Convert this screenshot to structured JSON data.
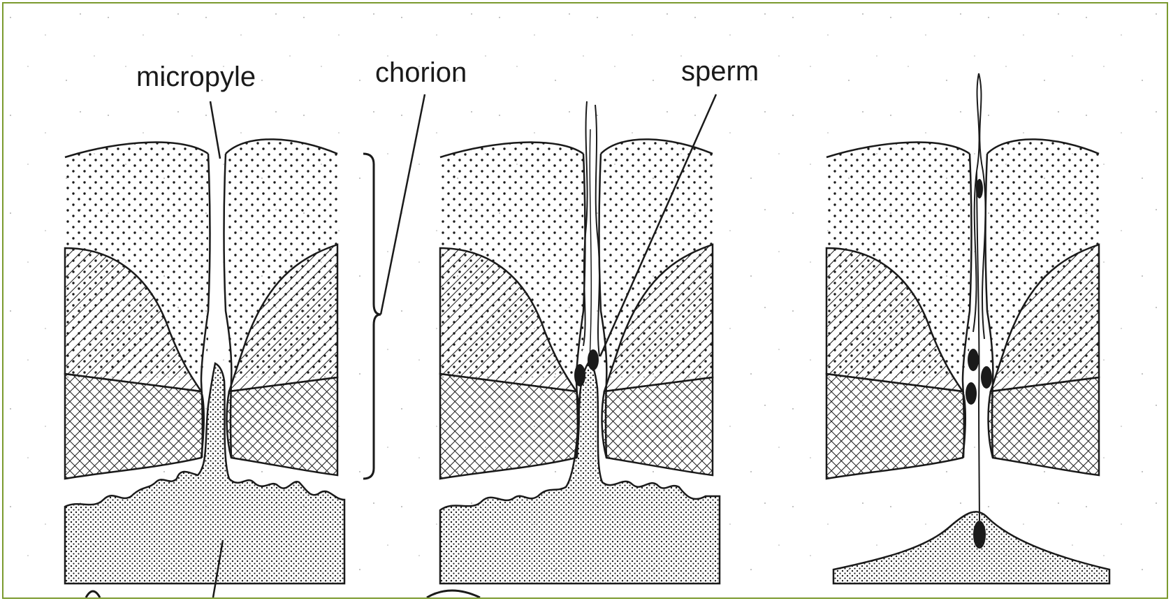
{
  "labels": {
    "micropyle": "micropyle",
    "chorion": "chorion",
    "sperm": "sperm"
  },
  "colors": {
    "border": "#7b9a2e",
    "ink": "#1a1a1a"
  },
  "panels": [
    {
      "name": "panel-left"
    },
    {
      "name": "panel-middle"
    },
    {
      "name": "panel-right"
    }
  ]
}
